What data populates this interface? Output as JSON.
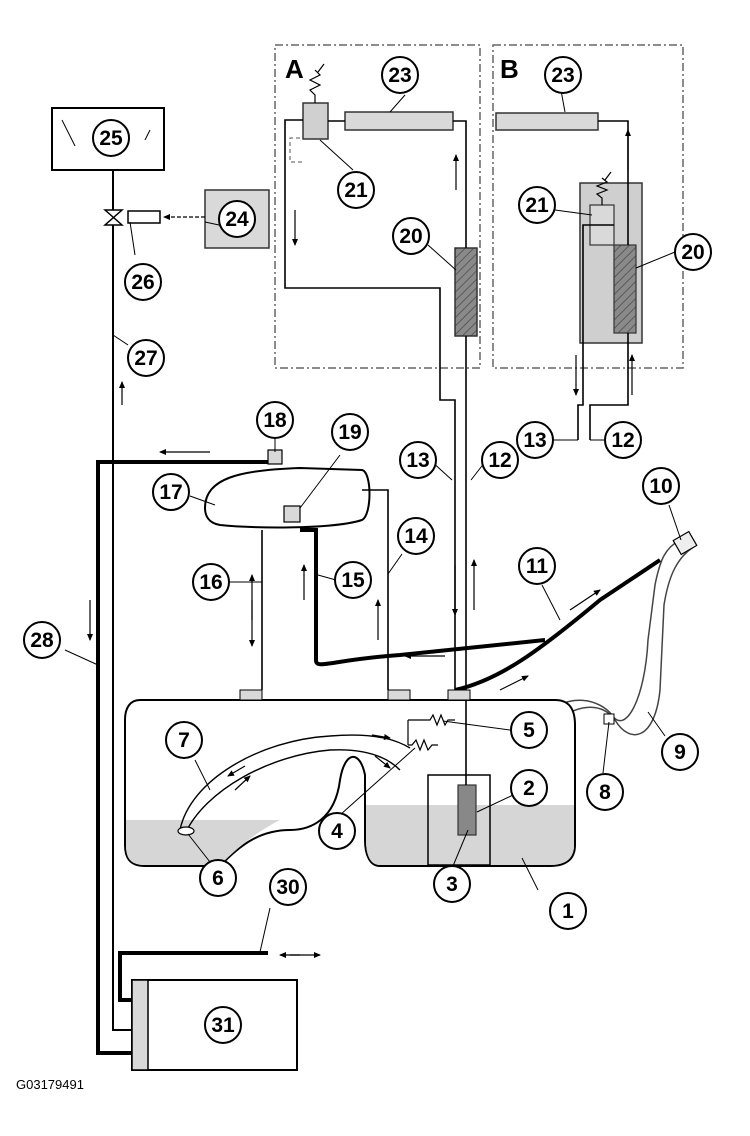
{
  "diagram": {
    "frames": [
      "A",
      "B"
    ],
    "callouts": [
      "1",
      "2",
      "3",
      "4",
      "5",
      "6",
      "7",
      "8",
      "9",
      "10",
      "11",
      "12",
      "13",
      "14",
      "15",
      "16",
      "17",
      "18",
      "19",
      "20",
      "21",
      "23",
      "24",
      "25",
      "26",
      "27",
      "28",
      "30",
      "31",
      "13",
      "12",
      "20",
      "21",
      "23"
    ],
    "reference": "G03179491"
  }
}
